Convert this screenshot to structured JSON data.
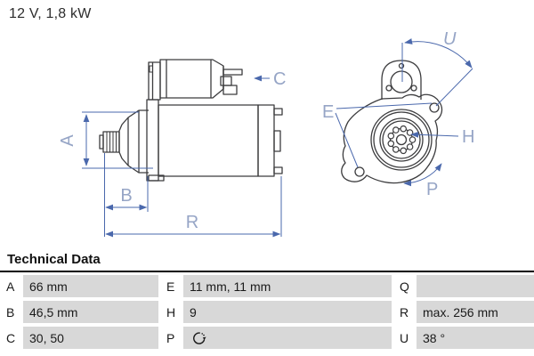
{
  "title": "12 V, 1,8 kW",
  "diagram": {
    "dimension_labels": {
      "a": "A",
      "b": "B",
      "c": "C",
      "e": "E",
      "h": "H",
      "p": "P",
      "r": "R",
      "u": "U"
    },
    "colors": {
      "outline": "#3c3c3e",
      "dimension_line": "#4a68ac",
      "dimension_label": "#96a5c6"
    },
    "views": {
      "side_view": "starter-motor-side-view",
      "end_view": "starter-motor-flange-view"
    }
  },
  "table": {
    "heading": "Technical Data",
    "rows": [
      {
        "cells": [
          {
            "key": "A",
            "value": "66 mm"
          },
          {
            "key": "E",
            "value": "11 mm, 11 mm"
          },
          {
            "key": "Q",
            "value": ""
          }
        ]
      },
      {
        "cells": [
          {
            "key": "B",
            "value": "46,5 mm"
          },
          {
            "key": "H",
            "value": "9"
          },
          {
            "key": "R",
            "value": "max. 256 mm"
          }
        ]
      },
      {
        "cells": [
          {
            "key": "C",
            "value": "30, 50"
          },
          {
            "key": "P",
            "value": "",
            "icon": "rotation-direction-icon"
          },
          {
            "key": "U",
            "value": "38 °"
          }
        ]
      }
    ]
  }
}
